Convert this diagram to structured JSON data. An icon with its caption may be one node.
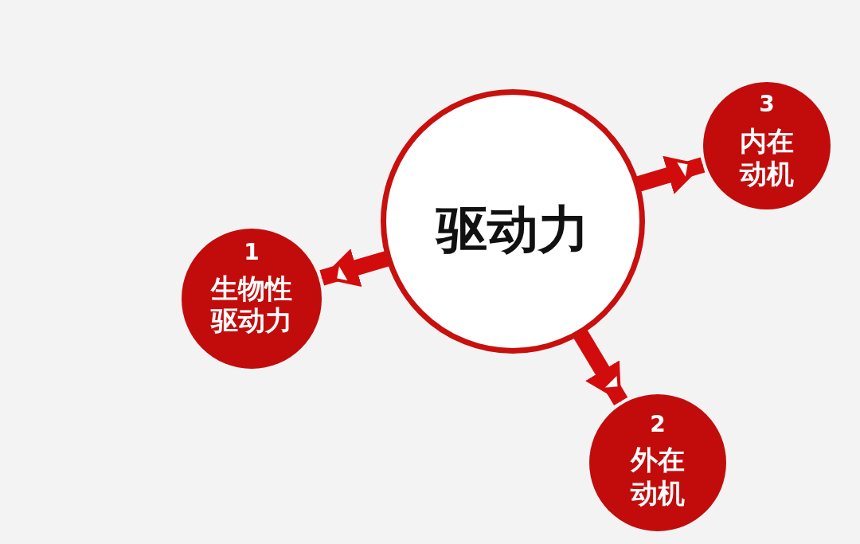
{
  "diagram": {
    "nodes": [
      {
        "text": [
          "驱动力"
        ]
      },
      {
        "text": [
          "1",
          "生物性驱动力"
        ]
      },
      {
        "text": [
          "2",
          "外在动机"
        ]
      },
      {
        "text": [
          "3",
          "内在动机"
        ]
      }
    ],
    "edges": [
      {
        "from": 0,
        "to": 1,
        "arrow": "to"
      },
      {
        "from": 0,
        "to": 2,
        "arrow": "to"
      },
      {
        "from": 0,
        "to": 3,
        "arrow": "to"
      }
    ]
  }
}
